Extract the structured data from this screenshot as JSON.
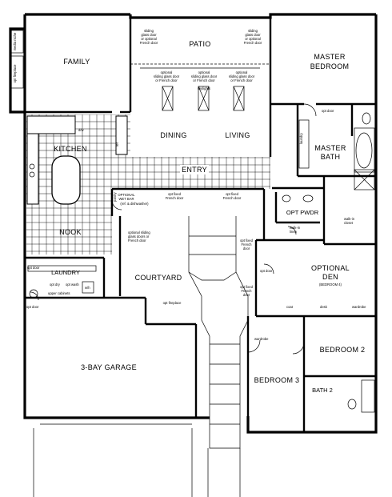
{
  "rooms": {
    "patio": "PATIO",
    "family": "FAMILY",
    "master_bedroom_1": "MASTER",
    "master_bedroom_2": "BEDROOM",
    "dining": "DINING",
    "living": "LIVING",
    "kitchen": "KITCHEN",
    "entry": "ENTRY",
    "master_bath_1": "MASTER",
    "master_bath_2": "BATH",
    "opt_pwdr": "OPT PWDR",
    "nook": "NOOK",
    "courtyard": "COURTYARD",
    "optional_den": "OPTIONAL",
    "optional_den_2": "DEN",
    "optional_den_3": "(BEDROOM 4)",
    "laundry": "LAUNDRY",
    "bedroom2": "BEDROOM 2",
    "bedroom3": "BEDROOM 3",
    "bath2": "BATH 2",
    "garage": "3-BAY GARAGE",
    "optional_wet_bar_1": "OPTIONAL",
    "optional_wet_bar_2": "WET BAR"
  },
  "notes": {
    "media_niche": "media niche",
    "opt_fireplace": "opt fireplace",
    "sliding_left_1": "sliding",
    "sliding_left_2": "glass door",
    "sliding_left_3": "or optional",
    "sliding_left_4": "French door",
    "sliding_right_1": "sliding",
    "sliding_right_2": "glass door",
    "sliding_right_3": "or optional",
    "sliding_right_4": "French door",
    "optional_sliding_a_1": "optional",
    "optional_sliding_a_2": "sliding glass door",
    "optional_sliding_a_3": "or French door",
    "optional_sliding_b_1": "optional",
    "optional_sliding_b_2": "sliding glass door",
    "optional_sliding_b_3": "or French door",
    "optional_sliding_c_1": "optional",
    "optional_sliding_c_2": "sliding glass door",
    "optional_sliding_c_3": "or French door",
    "skylights": "skylights",
    "dw": "d/w",
    "ref": "ref",
    "opt_door_master": "opt door",
    "laundry_ml": "laundry",
    "walk_in_closet_1": "walk-in",
    "walk_in_closet_2": "closet",
    "walk_in_linen_1": "walk-in",
    "walk_in_linen_2": "linen",
    "pantry": "pantry",
    "wet_bar_note": "(ref. & dishwasher)",
    "opt_fixed_french_1": "opt fixed",
    "opt_fixed_french_1b": "French door",
    "opt_fixed_french_2": "opt fixed",
    "opt_fixed_french_2b": "French door",
    "opt_sliding_nook_1": "optional sliding",
    "opt_sliding_nook_2": "glass doors or",
    "opt_sliding_nook_3": "French door",
    "opt_fixed_den_1": "opt fixed",
    "opt_fixed_den_2": "French",
    "opt_fixed_den_3": "door",
    "opt_fixed_den_b1": "opt fixed",
    "opt_fixed_den_b2": "French",
    "opt_fixed_den_b3": "door",
    "opt_door_den": "opt door",
    "opt_door_laundry": "opt door",
    "opt_dry": "opt dry",
    "opt_wash": "opt wash",
    "upper_cabinets": "upper cabinets",
    "wh": "w/h",
    "opt_door_garage": "opt door",
    "coat": "coat",
    "desk": "desk",
    "wardrobe": "wardrobe",
    "wardrobe_b3": "wardrobe",
    "opt_fireplace_courtyard": "opt fireplace"
  }
}
